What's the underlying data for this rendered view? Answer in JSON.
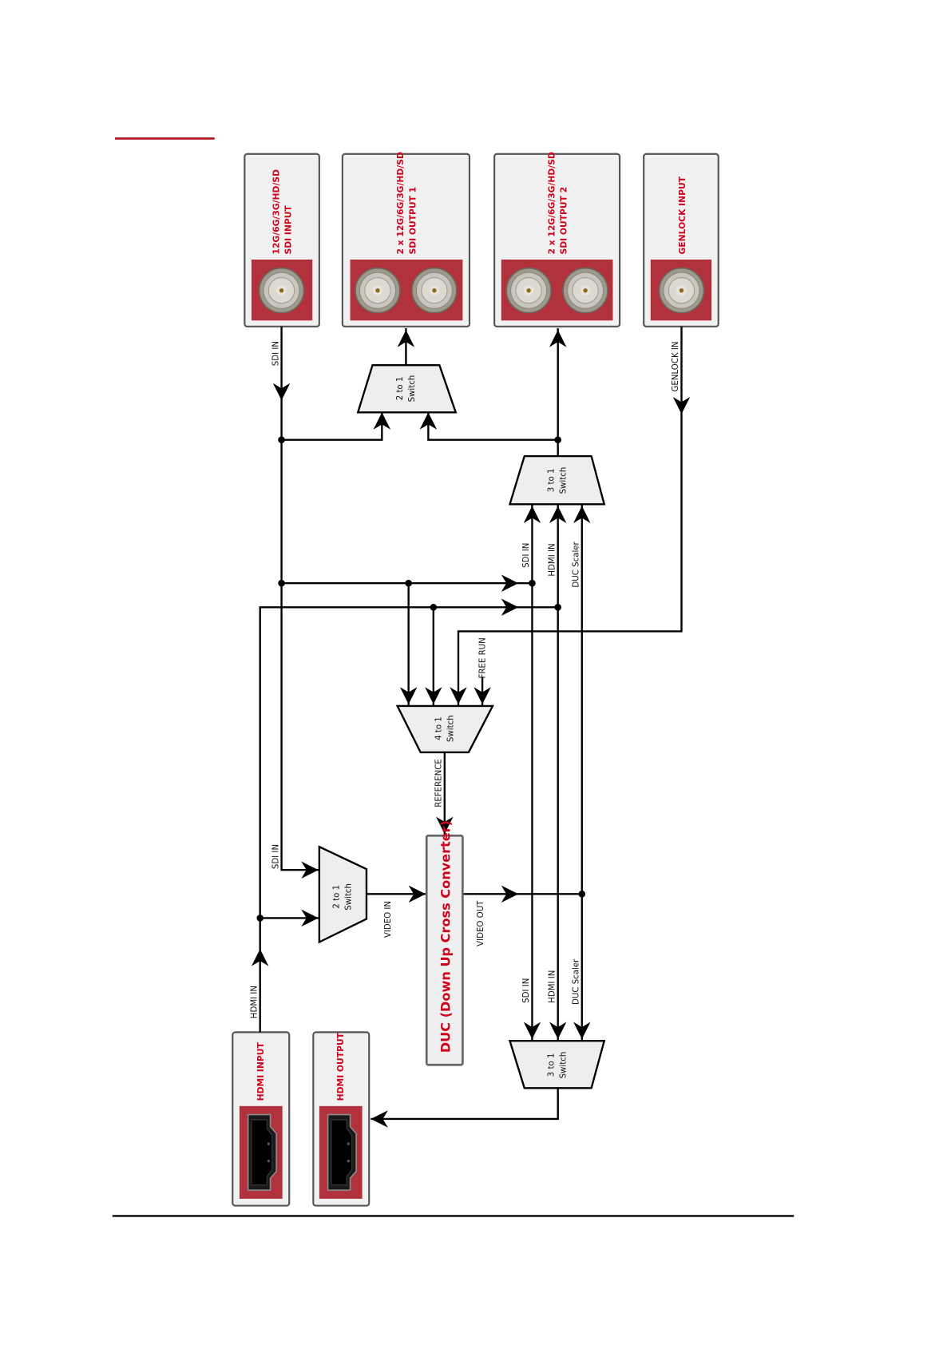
{
  "colors": {
    "accent_red": "#d0021b",
    "connector_plate": "#b1323c",
    "header_rule": "#b10f1a",
    "wire": "#000000"
  },
  "panels": {
    "sdi_input": {
      "line1": "12G/6G/3G/HD/SD",
      "line2": "SDI INPUT",
      "connector": "bnc-connector-icon"
    },
    "sdi_output_1": {
      "line1": "2 x 12G/6G/3G/HD/SD",
      "line2": "SDI OUTPUT 1",
      "connector": "bnc-connector-icon"
    },
    "sdi_output_2": {
      "line1": "2 x 12G/6G/3G/HD/SD",
      "line2": "SDI OUTPUT 2",
      "connector": "bnc-connector-icon"
    },
    "genlock_input": {
      "line1": "GENLOCK INPUT",
      "connector": "bnc-connector-icon"
    },
    "hdmi_input": {
      "line1": "HDMI INPUT",
      "connector": "hdmi-connector-icon"
    },
    "hdmi_output": {
      "line1": "HDMI OUTPUT",
      "connector": "hdmi-connector-icon"
    }
  },
  "switches": {
    "sdi_out1_switch": {
      "line1": "2 to 1",
      "line2": "Switch"
    },
    "sdi_out2_switch": {
      "line1": "3 to 1",
      "line2": "Switch"
    },
    "reference_switch": {
      "line1": "4 to 1",
      "line2": "Switch"
    },
    "video_in_switch": {
      "line1": "2 to 1",
      "line2": "Switch"
    },
    "hdmi_out_switch": {
      "line1": "3 to 1",
      "line2": "Switch"
    }
  },
  "duc": {
    "label": "DUC (Down Up Cross Converter)"
  },
  "signals": {
    "sdi_in_top": "SDI IN",
    "genlock_in": "GENLOCK IN",
    "sw2_sdi_in": "SDI IN",
    "sw2_hdmi_in": "HDMI IN",
    "sw2_duc_scaler": "DUC Scaler",
    "free_run": "FREE RUN",
    "reference": "REFERENCE",
    "sdi_in_left": "SDI IN",
    "video_in": "VIDEO IN",
    "video_out": "VIDEO OUT",
    "hdmi_in": "HDMI IN",
    "sw5_sdi_in": "SDI IN",
    "sw5_hdmi_in": "HDMI IN",
    "sw5_duc_scaler": "DUC Scaler"
  }
}
